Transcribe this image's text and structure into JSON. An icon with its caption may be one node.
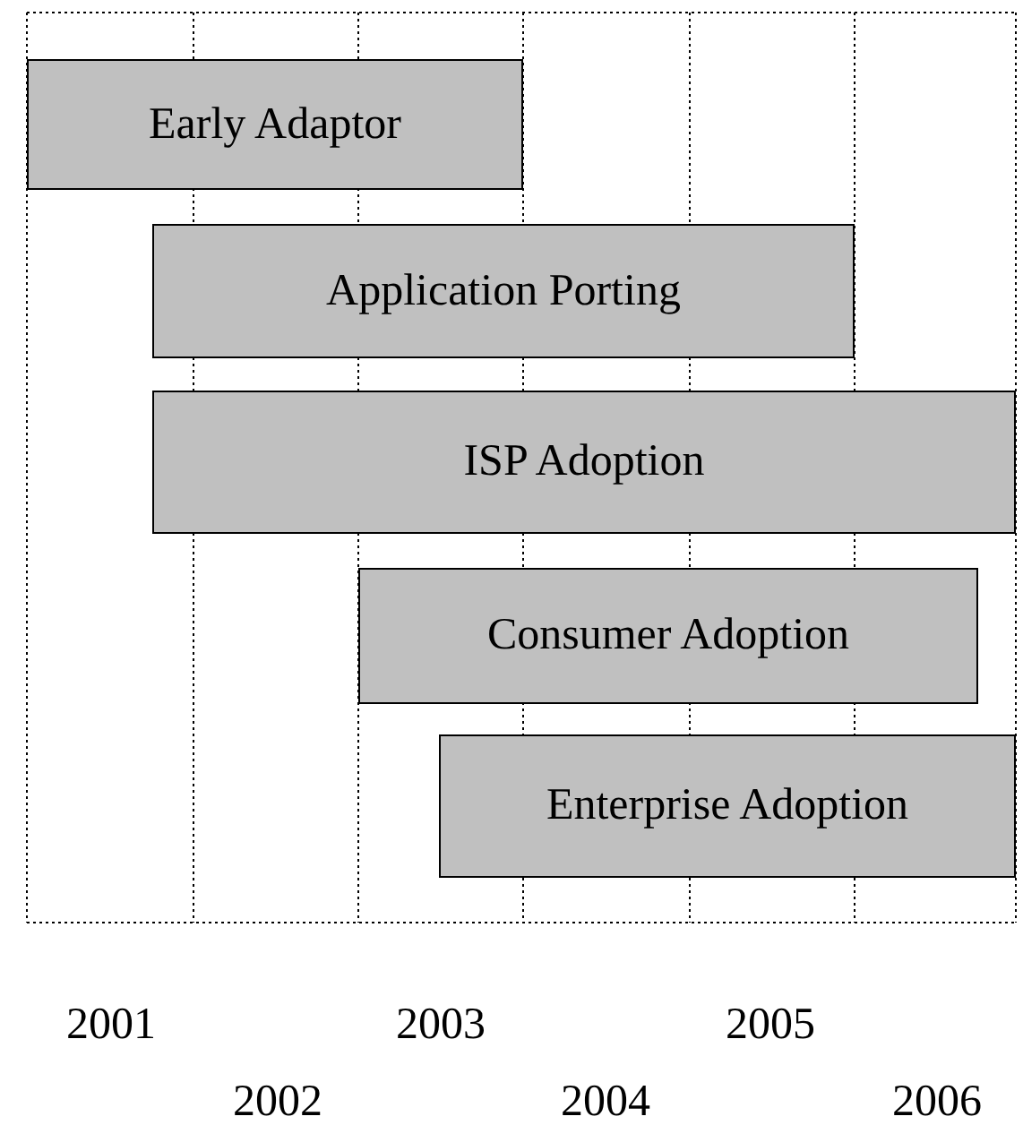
{
  "diagram": {
    "nodes": [
      {
        "text": [
          "Early Adaptor"
        ]
      },
      {
        "text": [
          "Application Porting"
        ]
      },
      {
        "text": [
          "ISP Adoption"
        ]
      },
      {
        "text": [
          "Consumer Adoption"
        ]
      },
      {
        "text": [
          "Enterprise Adoption"
        ]
      }
    ],
    "labels": [
      "2001",
      "2003",
      "2005",
      "2002",
      "2004",
      "2006"
    ]
  }
}
